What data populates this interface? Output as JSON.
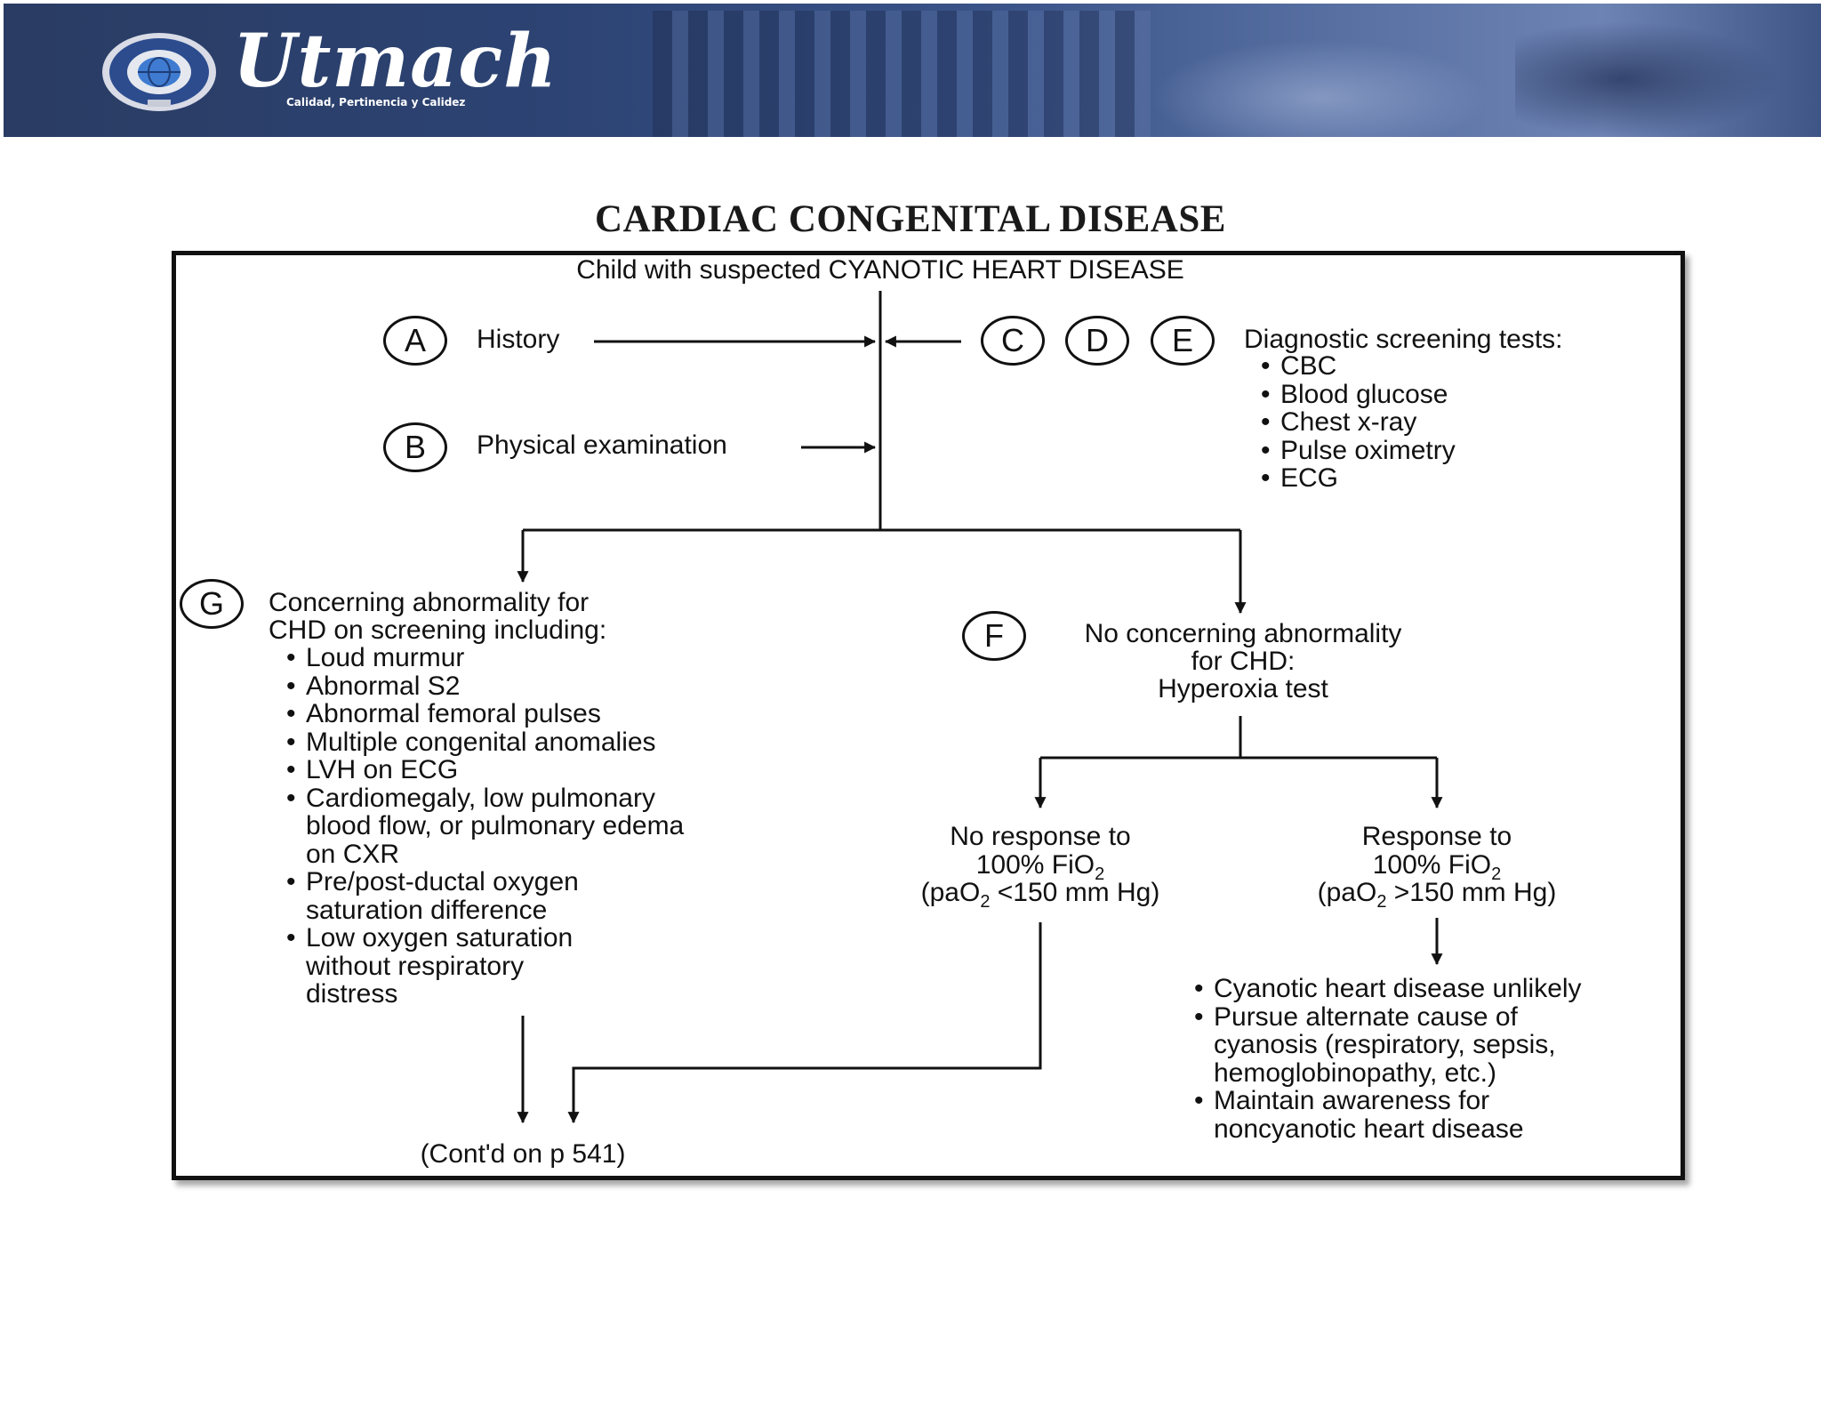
{
  "header": {
    "brand": "Utmach",
    "tagline": "Calidad, Pertinencia y Calidez"
  },
  "slide": {
    "title": "CARDIAC CONGENITAL  DISEASE"
  },
  "flowchart": {
    "start": "Child with suspected CYANOTIC HEART DISEASE",
    "step_a": {
      "letter": "A",
      "label": "History"
    },
    "step_b": {
      "letter": "B",
      "label": "Physical examination"
    },
    "steps_cde": {
      "letters": [
        "C",
        "D",
        "E"
      ],
      "heading": "Diagnostic screening tests:",
      "items": [
        "CBC",
        "Blood glucose",
        "Chest x-ray",
        "Pulse oximetry",
        "ECG"
      ]
    },
    "step_g": {
      "letter": "G",
      "heading_line1": "Concerning abnormality for",
      "heading_line2": "CHD on screening including:",
      "items": [
        [
          "Loud murmur"
        ],
        [
          "Abnormal S2"
        ],
        [
          "Abnormal femoral pulses"
        ],
        [
          "Multiple congenital anomalies"
        ],
        [
          "LVH on ECG"
        ],
        [
          "Cardiomegaly, low pulmonary",
          "blood flow, or pulmonary edema",
          "on CXR"
        ],
        [
          "Pre/post-ductal oxygen",
          "saturation difference"
        ],
        [
          "Low oxygen saturation",
          "without respiratory",
          "distress"
        ]
      ]
    },
    "step_f": {
      "letter": "F",
      "line1": "No concerning abnormality",
      "line2": "for CHD:",
      "line3": "Hyperoxia test"
    },
    "no_response": {
      "line1": "No response to",
      "fio2_prefix": "100% FiO",
      "fio2_sub": "2",
      "pao2_prefix": "(paO",
      "pao2_sub": "2",
      "pao2_suffix": " <150 mm Hg)"
    },
    "response": {
      "line1": "Response to",
      "fio2_prefix": "100% FiO",
      "fio2_sub": "2",
      "pao2_prefix": "(paO",
      "pao2_sub": "2",
      "pao2_suffix": " >150 mm Hg)"
    },
    "outcome_items": [
      [
        "Cyanotic heart disease unlikely"
      ],
      [
        "Pursue alternate cause of",
        "cyanosis (respiratory, sepsis,",
        "hemoglobinopathy, etc.)"
      ],
      [
        "Maintain awareness for",
        "noncyanotic heart disease"
      ]
    ],
    "continued": "(Cont'd on p 541)"
  }
}
